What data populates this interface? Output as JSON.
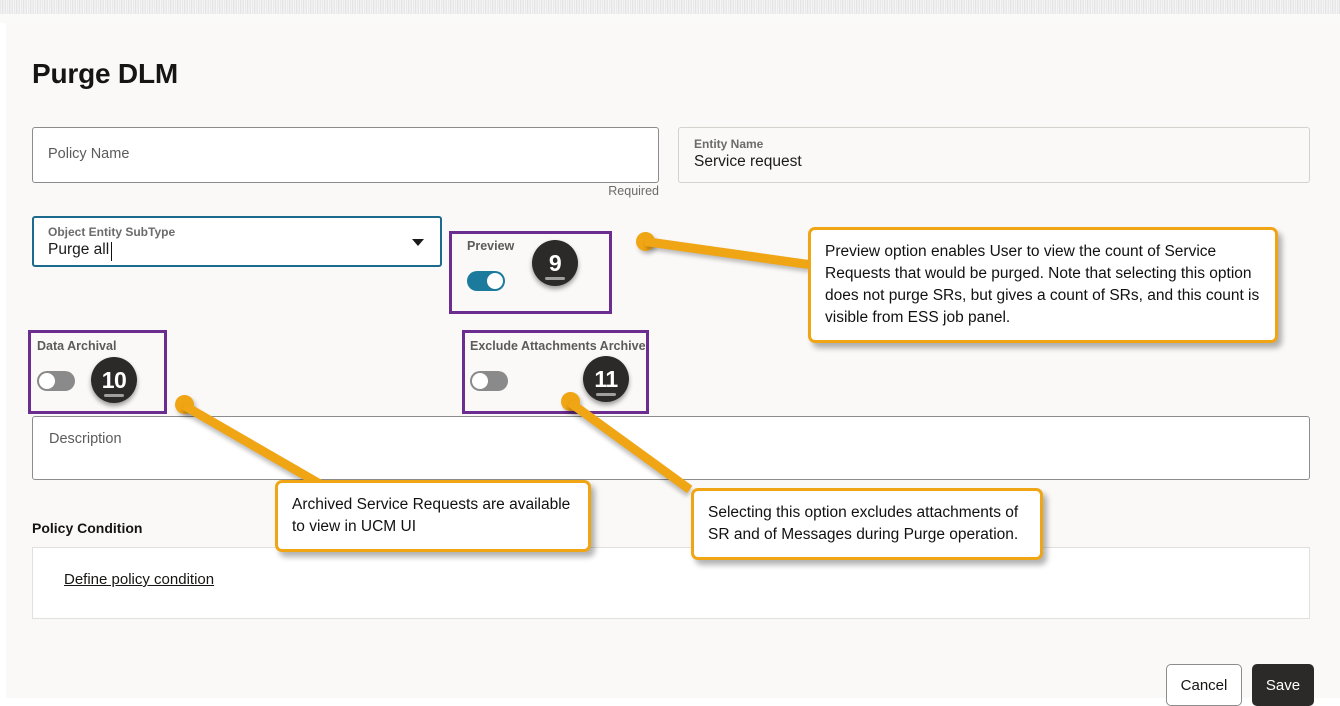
{
  "page": {
    "title": "Purge DLM"
  },
  "fields": {
    "policy_name": {
      "placeholder": "Policy Name",
      "value": "",
      "helper": "Required"
    },
    "entity_name": {
      "label": "Entity Name",
      "value": "Service request"
    },
    "object_entity_subtype": {
      "label": "Object Entity SubType",
      "value": "Purge all"
    },
    "description": {
      "placeholder": "Description",
      "value": ""
    }
  },
  "options": [
    {
      "key": "preview",
      "label": "Preview",
      "state": "on",
      "badge": "9"
    },
    {
      "key": "data_archival",
      "label": "Data Archival",
      "state": "off",
      "badge": "10"
    },
    {
      "key": "exclude_attachments_archive",
      "label": "Exclude Attachments Archive",
      "state": "off",
      "badge": "11"
    }
  ],
  "policy_condition": {
    "section_label": "Policy Condition",
    "link_label": "Define policy condition"
  },
  "callouts": [
    {
      "id": "preview-callout",
      "text": "Preview option enables User to view the count of Service Requests that would be purged. Note that selecting this option does not purge SRs, but gives a count of SRs, and this count is visible from ESS job panel."
    },
    {
      "id": "data-archival-callout",
      "text": "Archived Service Requests are available to view in UCM UI"
    },
    {
      "id": "exclude-attachments-callout",
      "text": "Selecting this option excludes attachments of SR and of Messages during Purge operation."
    }
  ],
  "footer": {
    "cancel_label": "Cancel",
    "save_label": "Save"
  },
  "colors": {
    "highlight_box": "#6b2d8f",
    "callout_border": "#f0a514",
    "toggle_on": "#1c7a9c",
    "toggle_off": "#8a8a8a",
    "focus_border": "#1c6a8e",
    "badge_bg": "#2c2a29",
    "page_bg": "#faf9f7",
    "save_bg": "#2c2a29"
  }
}
